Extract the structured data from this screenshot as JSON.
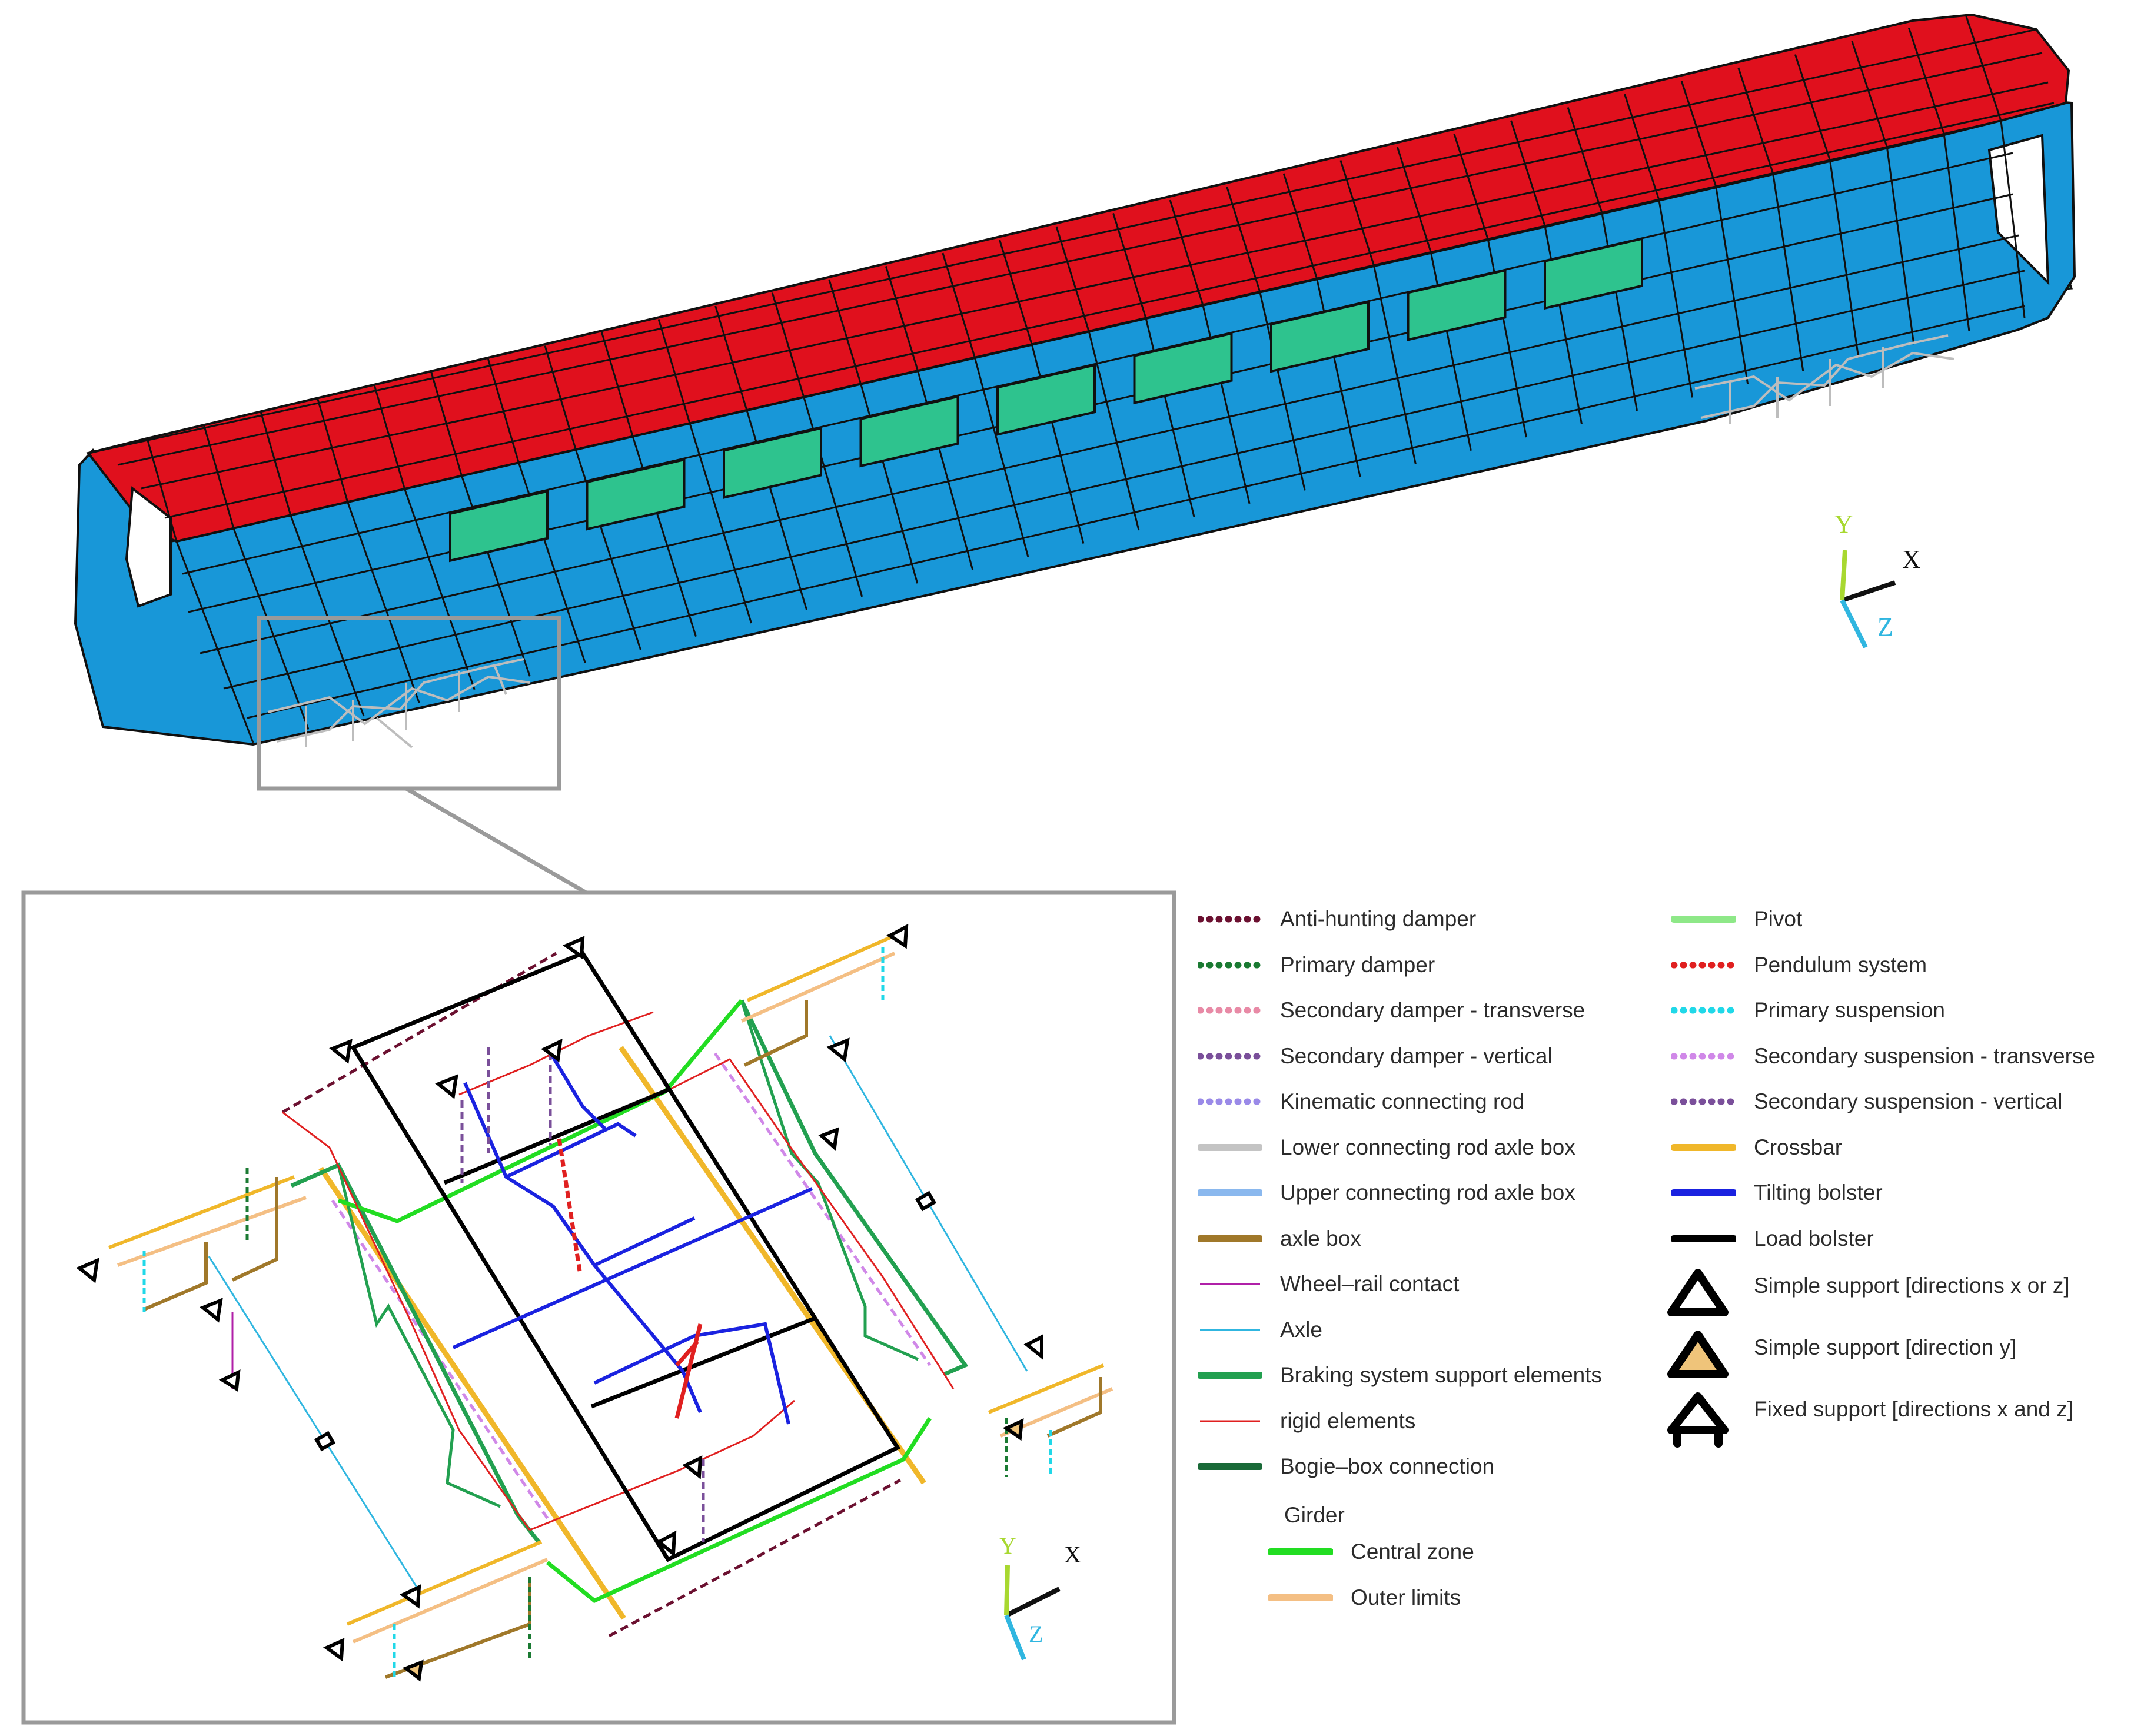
{
  "colors": {
    "roof": "#e0101d",
    "body": "#1897d8",
    "floor": "#2ec38e",
    "edges": "#101010",
    "bogie_gray": "#bdbdbd",
    "frame": "#9a9a9a"
  },
  "axes_labels": {
    "x": "X",
    "y": "Y",
    "z": "Z"
  },
  "legend": {
    "left": [
      {
        "label": "Anti-hunting damper",
        "color": "#6b1030",
        "style": "dashed",
        "icon": "dashed-line-icon"
      },
      {
        "label": "Primary damper",
        "color": "#1a7a32",
        "style": "dashed",
        "icon": "dashed-line-icon"
      },
      {
        "label": "Secondary damper - transverse",
        "color": "#e88aa6",
        "style": "dashed",
        "icon": "dashed-line-icon"
      },
      {
        "label": "Secondary damper - vertical",
        "color": "#7a4f9a",
        "style": "dashed",
        "icon": "dashed-line-icon"
      },
      {
        "label": "Kinematic connecting rod",
        "color": "#9a8ae8",
        "style": "dashed",
        "icon": "dashed-line-icon"
      },
      {
        "label": "Lower connecting rod axle box",
        "color": "#c4c4c4",
        "style": "solid",
        "icon": "solid-line-icon"
      },
      {
        "label": "Upper connecting rod axle box",
        "color": "#8ab8ee",
        "style": "solid",
        "icon": "solid-line-icon"
      },
      {
        "label": "axle box",
        "color": "#a0782a",
        "style": "solid",
        "icon": "solid-line-icon"
      },
      {
        "label": "Wheel–rail contact",
        "color": "#b020a8",
        "style": "thin",
        "icon": "thin-line-icon"
      },
      {
        "label": "Axle",
        "color": "#30b6e0",
        "style": "thin",
        "icon": "thin-line-icon"
      },
      {
        "label": "Braking system support elements",
        "color": "#22a050",
        "style": "solid",
        "icon": "solid-line-icon"
      },
      {
        "label": "rigid elements",
        "color": "#e02020",
        "style": "thin",
        "icon": "thin-line-icon"
      },
      {
        "label": "Bogie–box connection",
        "color": "#1a6a38",
        "style": "solid",
        "icon": "solid-line-icon"
      }
    ],
    "girder": {
      "heading": "Girder",
      "items": [
        {
          "label": "Central zone",
          "color": "#22dd22",
          "style": "solid",
          "icon": "solid-line-icon"
        },
        {
          "label": "Outer limits",
          "color": "#f4bf84",
          "style": "solid",
          "icon": "solid-line-icon"
        }
      ]
    },
    "right": [
      {
        "label": "Pivot",
        "color": "#8ee888",
        "style": "solid",
        "icon": "solid-line-icon"
      },
      {
        "label": "Pendulum system",
        "color": "#e02020",
        "style": "dashed",
        "icon": "dashed-line-icon"
      },
      {
        "label": "Primary suspension",
        "color": "#20d8e8",
        "style": "dashed",
        "icon": "dashed-line-icon"
      },
      {
        "label": "Secondary suspension - transverse",
        "color": "#d088e8",
        "style": "dashed",
        "icon": "dashed-line-icon"
      },
      {
        "label": "Secondary suspension - vertical",
        "color": "#7a4f9a",
        "style": "dashed",
        "icon": "dashed-line-icon"
      },
      {
        "label": "Crossbar",
        "color": "#f0b72a",
        "style": "solid",
        "icon": "solid-line-icon"
      },
      {
        "label": "Tilting bolster",
        "color": "#1a22e0",
        "style": "solid",
        "icon": "solid-line-icon"
      },
      {
        "label": "Load bolster",
        "color": "#000000",
        "style": "solid",
        "icon": "solid-line-icon"
      }
    ],
    "supports": [
      {
        "label": "Simple support [directions x or z]",
        "fill": "#ffffff",
        "icon": "triangle-support-icon"
      },
      {
        "label": "Simple support [direction y]",
        "fill": "#efc47a",
        "icon": "triangle-support-y-icon"
      },
      {
        "label": "Fixed support [directions x and z]",
        "fill": "#ffffff",
        "icon": "fixed-support-icon"
      }
    ]
  }
}
